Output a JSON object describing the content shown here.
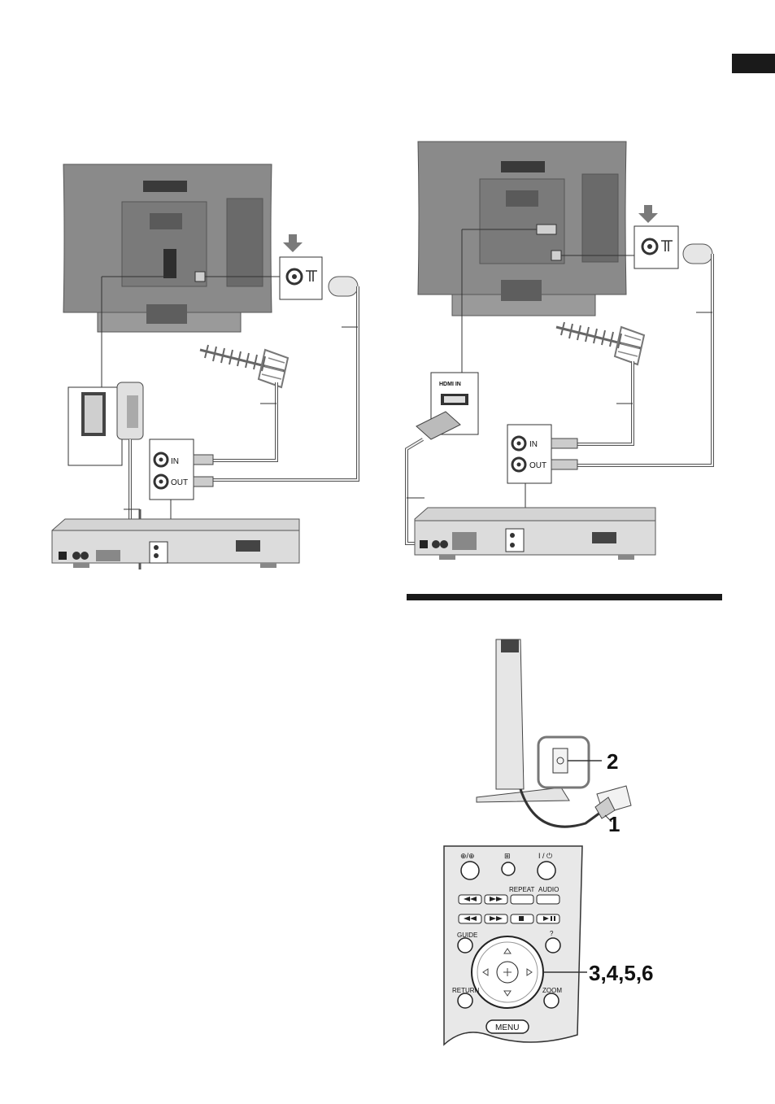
{
  "colors": {
    "tv_body": "#8a8a8a",
    "tv_panel": "#7a7a7a",
    "tv_dark": "#3a3a3a",
    "device_body": "#d4d4d4",
    "cable": "#555555",
    "accent_bar": "#1a1a1a",
    "remote_body": "#e8e8e8"
  },
  "figure_left": {
    "in_label": "IN",
    "out_label": "OUT"
  },
  "figure_right": {
    "in_label": "IN",
    "out_label": "OUT",
    "hdmi_label": "HDMI IN"
  },
  "power_figure": {
    "callout_power_button": "2",
    "callout_plug": "1"
  },
  "remote": {
    "btn_input": "⊕/⊕",
    "btn_widescreen": "⊞",
    "btn_power": "I / ⏻",
    "btn_repeat": "REPEAT",
    "btn_audio": "AUDIO",
    "btn_guide": "GUIDE",
    "btn_return": "RETURN",
    "btn_zoom": "ZOOM",
    "btn_menu": "MENU",
    "btn_help": "?",
    "callout": "3,4,5,6"
  },
  "icons": {
    "arrow": "down-arrow-icon",
    "antenna": "antenna-icon",
    "aerial_socket": "aerial-socket-icon"
  }
}
